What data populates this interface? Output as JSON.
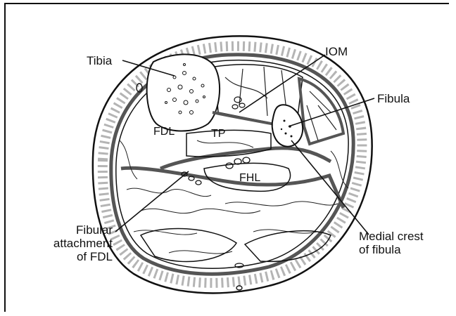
{
  "labels": {
    "tibia": "Tibia",
    "iom": "IOM",
    "fibula": "Fibula",
    "fdl": "FDL",
    "tp": "TP",
    "fhl": "FHL",
    "fibular_attachment": [
      "Fibular",
      "attachment",
      "of FDL"
    ],
    "medial_crest": [
      "Medial crest",
      "of fibula"
    ]
  }
}
